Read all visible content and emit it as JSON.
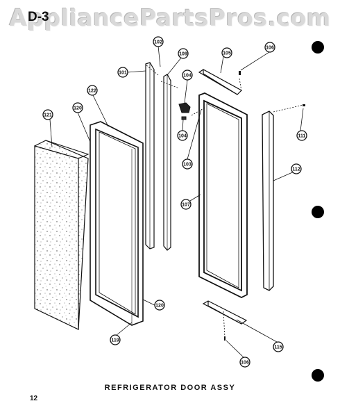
{
  "watermark": "AppliancePartsPros.com",
  "section_id": "D-3",
  "caption": "REFRIGERATOR DOOR ASSY",
  "page_number": "12",
  "part_labels": {
    "p102": "102",
    "p101": "101",
    "p109": "109",
    "p104a": "104",
    "p104b": "104",
    "p105": "105",
    "p106a": "106",
    "p106b": "106",
    "p122": "122",
    "p120a": "120",
    "p120b": "120",
    "p121": "121",
    "p103": "103",
    "p107": "107",
    "p111": "111",
    "p112": "112",
    "p115": "115",
    "p119": "119"
  }
}
